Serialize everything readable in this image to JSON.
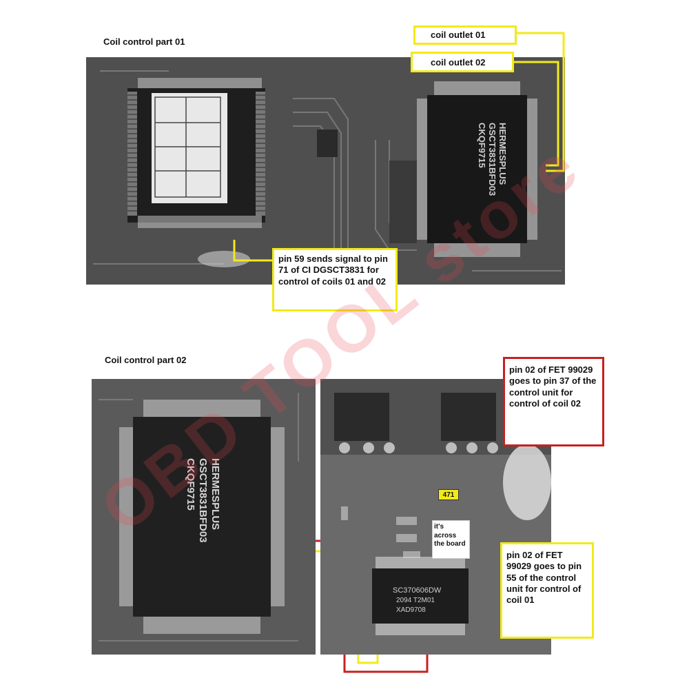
{
  "top_header_fragment": "",
  "part1": {
    "title": "Coil control part 01",
    "labels": {
      "coil_outlet_01": "coil outlet 01",
      "coil_outlet_02": "coil outlet 02",
      "pin59": "pin 59 sends signal to pin 71 of CI DGSCT3831 for control of coils 01 and 02"
    },
    "chip_right_text": [
      "HERMESPLUS",
      "GSCT3831BFD03",
      "CKQF9715"
    ]
  },
  "part2": {
    "title": "Coil control part 02",
    "labels": {
      "fet_coil02": "pin 02 of FET 99029 goes to pin 37 of the control unit for control of coil 02",
      "fet_coil01": "pin 02 of FET 99029 goes to pin 55 of the control unit for control of coil 01",
      "across": "it's across the board",
      "resistor": "471"
    },
    "chip_left_text": [
      "HERMESPLUS",
      "GSCT3831BFD03",
      "CKQF9715"
    ],
    "chip_small_text": [
      "SC370606DW",
      "2094 T2M01",
      "XAD9708"
    ]
  },
  "watermark": "OBD TOOL store",
  "colors": {
    "yellow": "#f2ea1a",
    "red": "#c8201f",
    "board": "#5a5a5a"
  }
}
